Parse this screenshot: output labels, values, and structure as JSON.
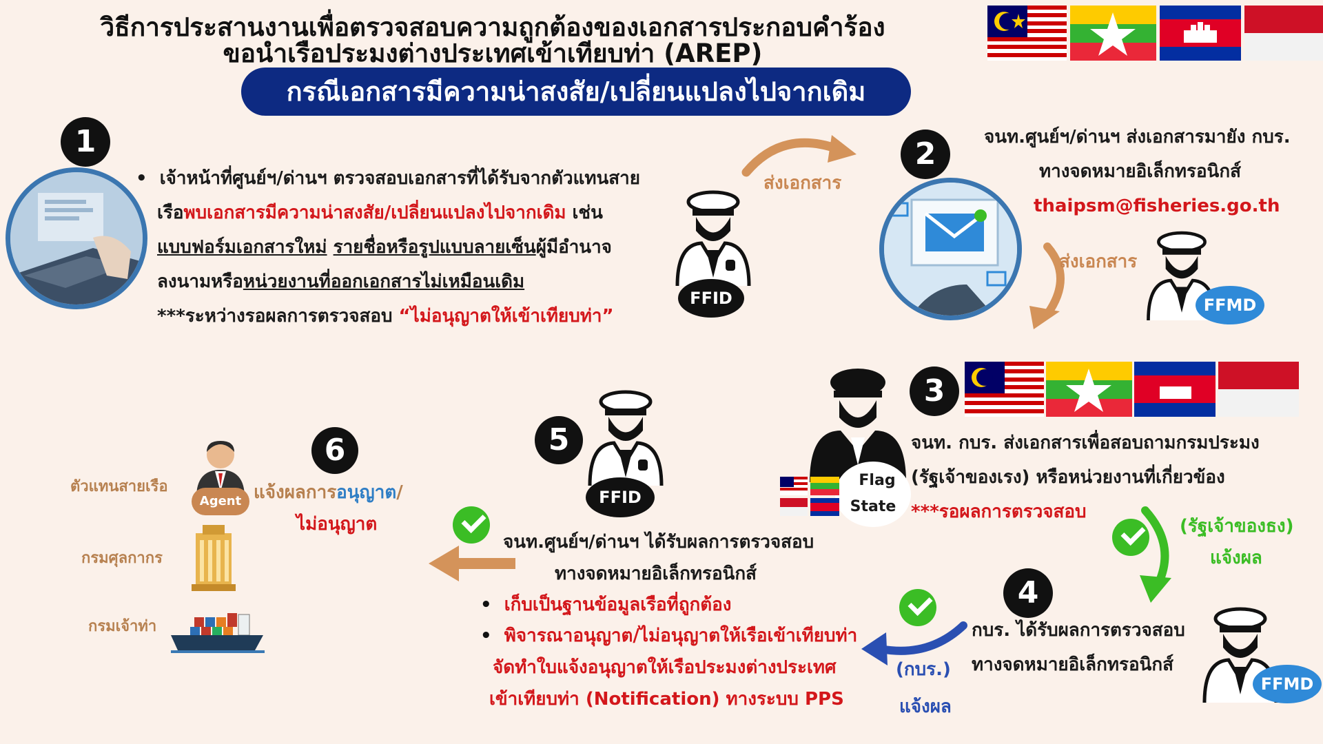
{
  "header": {
    "title_line1": "วิธีการประสานงานเพื่อตรวจสอบความถูกต้องของเอกสารประกอบคำร้อง",
    "title_line2": "ขอนำเรือประมงต่างประเทศเข้าเทียบท่า (AREP)",
    "case_banner": "กรณีเอกสารมีความน่าสงสัย/เปลี่ยนแปลงไปจากเดิม"
  },
  "step1": {
    "number": "1",
    "line1": "เจ้าหน้าที่ศูนย์ฯ/ด่านฯ ตรวจสอบเอกสารที่ได้รับจากตัวแทนสาย",
    "line2_a": "เรือ",
    "line2_red": "พบเอกสารมีความน่าสงสัย/เปลี่ยนแปลงไปจากเดิม",
    "line2_b": " เช่น",
    "line3_ul1": "แบบฟอร์มเอกสารใหม่",
    "line3_ul2": "รายชื่อหรือรูปแบบลายเซ็น",
    "line3_b": "ผู้มีอำนาจ",
    "line4_a": "ลงนามหรือ",
    "line4_ul": "หน่วยงานที่ออกเอกสารไม่เหมือนเดิม",
    "line5_a": "***ระหว่างรอผลการตรวจสอบ ",
    "line5_red": "“ไม่อนุญาตให้เข้าเทียบท่า”",
    "officer_badge": "FFID"
  },
  "arrow1_label": "ส่งเอกสาร",
  "step2": {
    "number": "2",
    "line1": "จนท.ศูนย์ฯ/ด่านฯ ส่งเอกสารมายัง กบร.",
    "line2": "ทางจดหมายอิเล็กทรอนิกส์",
    "email": "thaipsm@fisheries.go.th",
    "arrow_label": "ส่งเอกสาร",
    "officer_badge": "FFMD"
  },
  "step3": {
    "number": "3",
    "line1": "จนท. กบร. ส่งเอกสารเพื่อสอบถามกรมประมง",
    "line2": "(รัฐเจ้าของเรง) หรือหน่วยงานที่เกี่ยวข้อง",
    "line3": "***รอผลการตรวจสอบ",
    "flag_state_l1": "Flag",
    "flag_state_l2": "State",
    "notify_l1": "(รัฐเจ้าของธง)",
    "notify_l2": "แจ้งผล"
  },
  "step4": {
    "number": "4",
    "line1": "กบร. ได้รับผลการตรวจสอบ",
    "line2": "ทางจดหมายอิเล็กทรอนิกส์",
    "officer_badge": "FFMD",
    "notify_l1": "(กบร.)",
    "notify_l2": "แจ้งผล"
  },
  "step5": {
    "number": "5",
    "officer_badge": "FFID",
    "line1": "จนท.ศูนย์ฯ/ด่านฯ ได้รับผลการตรวจสอบ",
    "line2": "ทางจดหมายอิเล็กทรอนิกส์",
    "bullet1": "เก็บเป็นฐานข้อมูลเรือที่ถูกต้อง",
    "bullet2": "พิจารณาอนุญาต/ไม่อนุญาตให้เรือเข้าเทียบท่า",
    "line3": "จัดทำใบแจ้งอนุญาตให้เรือประมงต่างประเทศ",
    "line4": "เข้าเทียบท่า (Notification) ทางระบบ PPS"
  },
  "step6": {
    "number": "6",
    "line1_a": "แจ้งผลการ",
    "line1_b": "อนุญาต",
    "line1_c": "/",
    "line2": "ไม่อนุญาต",
    "recipient_agent": "ตัวแทนสายเรือ",
    "agent_badge": "Agent",
    "recipient_customs": "กรมศุลกากร",
    "recipient_harbour": "กรมเจ้าท่า"
  },
  "colors": {
    "navy": "#0d2a82",
    "red": "#d3171b",
    "orange": "#c98752",
    "green": "#3bbd25",
    "blue": "#2a4fb2"
  }
}
